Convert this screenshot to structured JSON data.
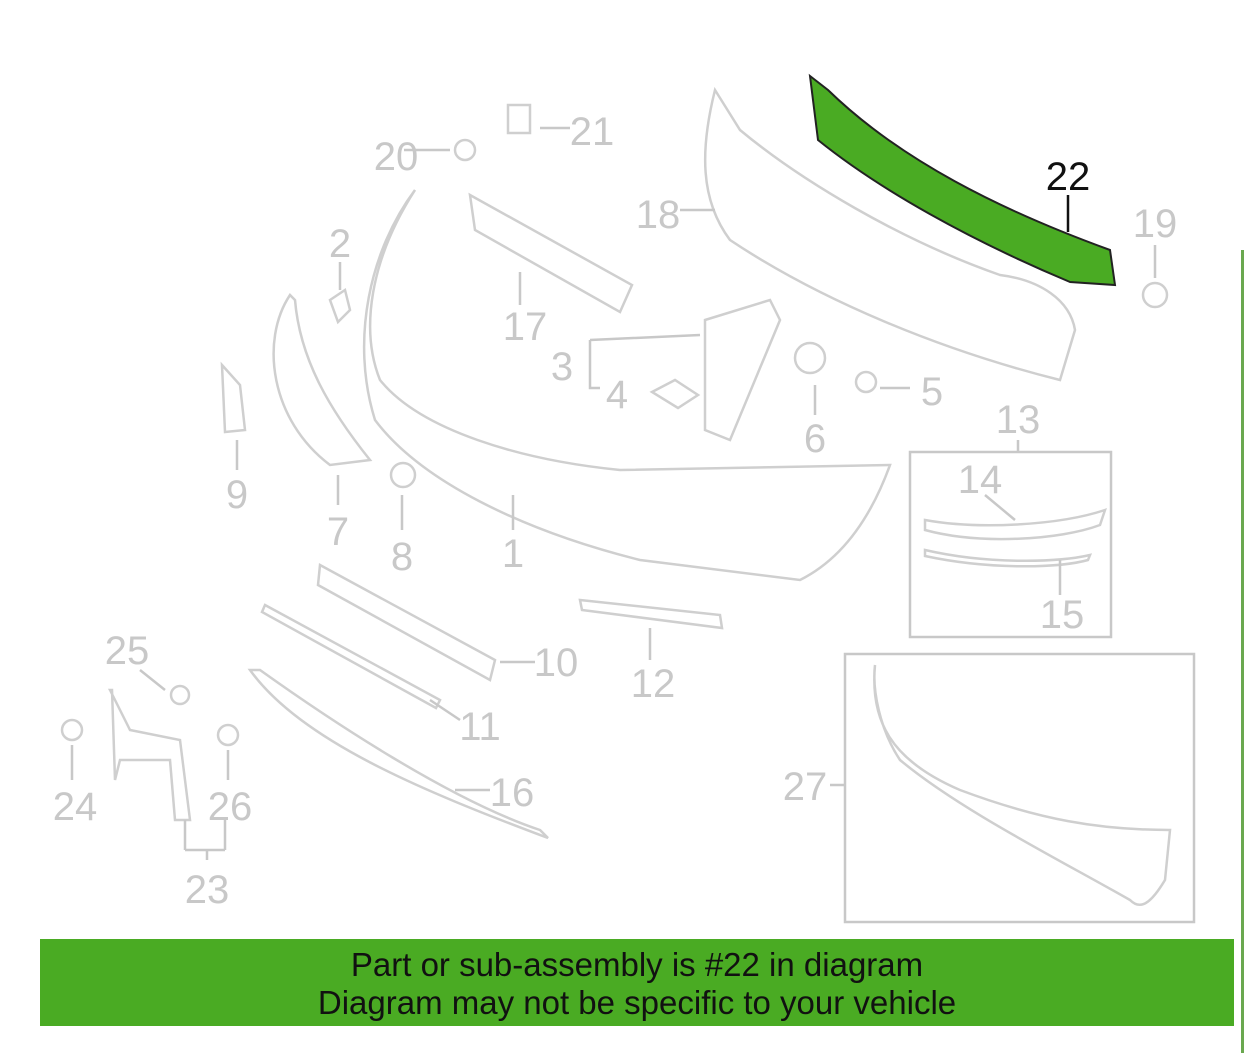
{
  "diagram": {
    "highlight_color": "#4aab23",
    "highlighted_part": "22",
    "callouts": {
      "p1": "1",
      "p2": "2",
      "p3": "3",
      "p4": "4",
      "p5": "5",
      "p6": "6",
      "p7": "7",
      "p8": "8",
      "p9": "9",
      "p10": "10",
      "p11": "11",
      "p12": "12",
      "p13": "13",
      "p14": "14",
      "p15": "15",
      "p16": "16",
      "p17": "17",
      "p18": "18",
      "p19": "19",
      "p20": "20",
      "p21": "21",
      "p22": "22",
      "p23": "23",
      "p24": "24",
      "p25": "25",
      "p26": "26",
      "p27": "27"
    }
  },
  "banner": {
    "line1": "Part or sub-assembly is #22 in diagram",
    "line2": "Diagram may not be specific to your vehicle"
  }
}
